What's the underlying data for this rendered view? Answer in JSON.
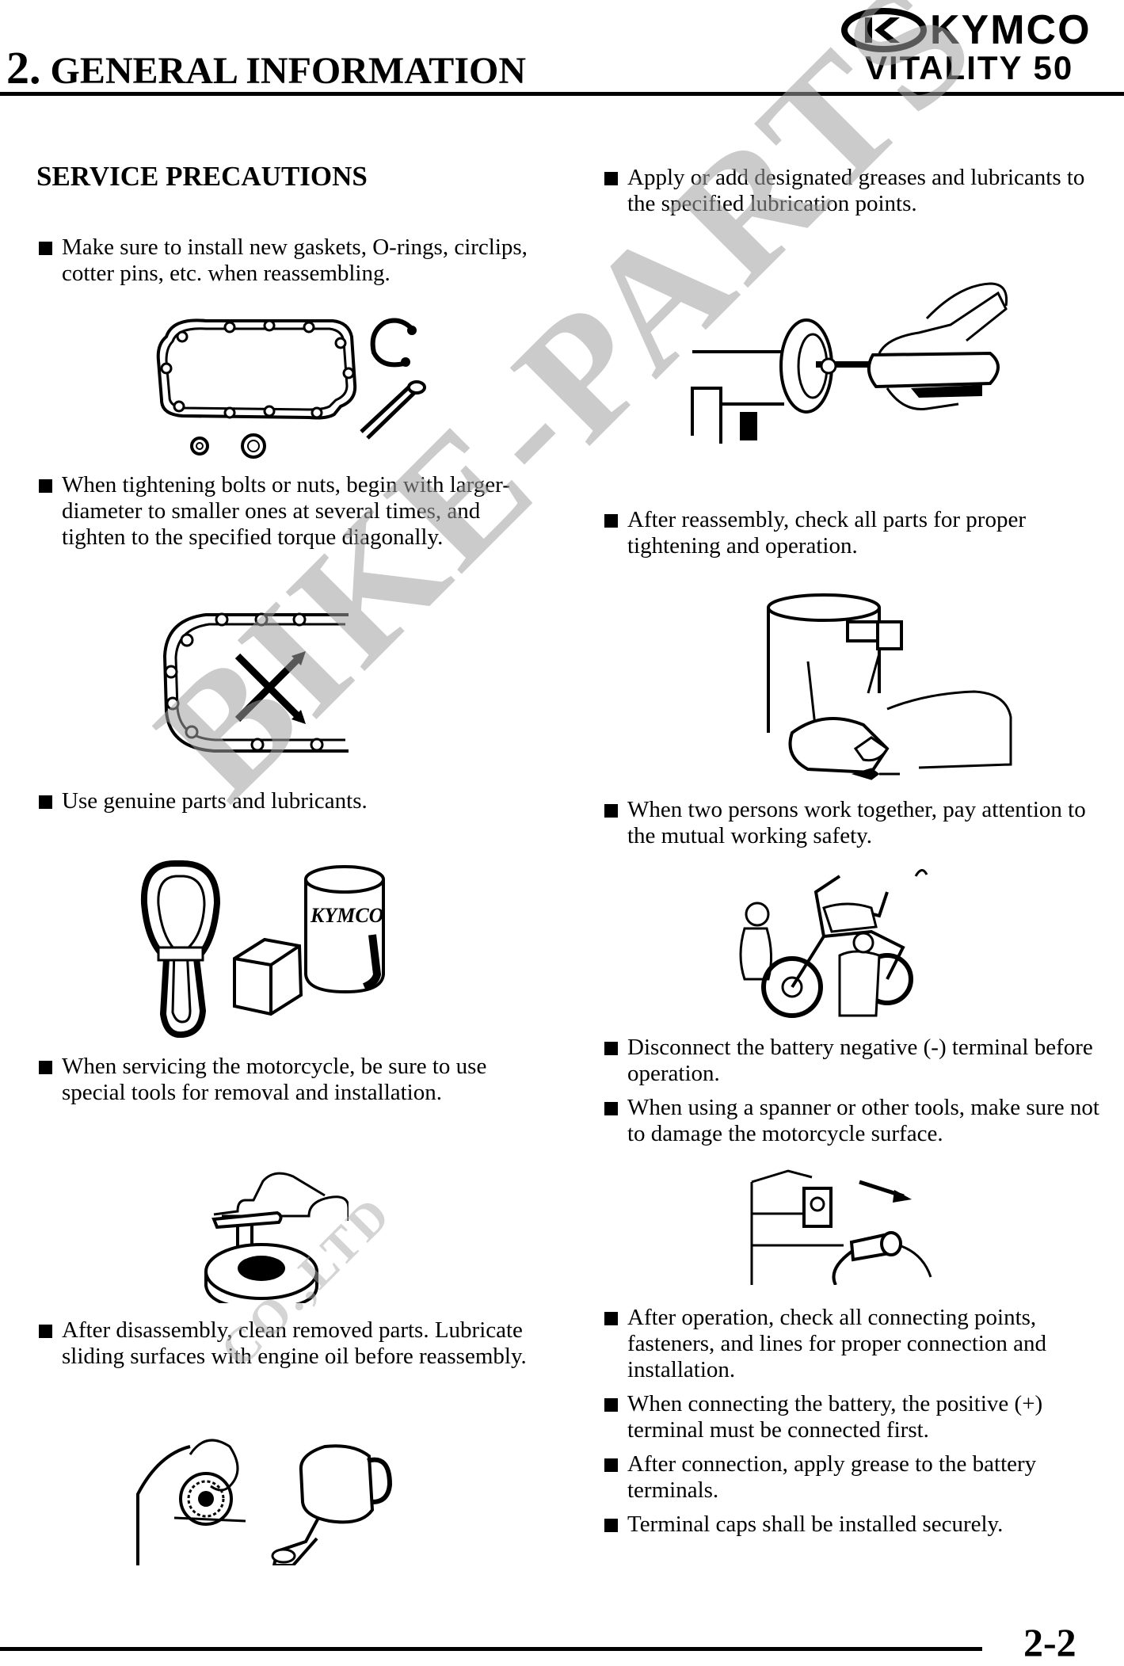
{
  "header": {
    "chapter_number": "2.",
    "chapter_title": "GENERAL INFORMATION",
    "brand": "KYMCO",
    "model": "VITALITY 50"
  },
  "section": {
    "heading": "SERVICE PRECAUTIONS"
  },
  "left_column": [
    "Make sure to install new gaskets, O-rings, circlips, cotter pins, etc. when reassembling.",
    "When tightening bolts or nuts, begin with larger-diameter to smaller ones at several times, and tighten to the specified torque diagonally.",
    "Use genuine parts and lubricants.",
    "When servicing the motorcycle, be sure to use special tools for removal and installation.",
    "After disassembly, clean removed parts. Lubricate sliding surfaces with engine oil before reassembly."
  ],
  "right_column": [
    "Apply or add designated greases and lubricants to the specified lubrication points.",
    "After reassembly, check all parts for proper tightening and operation.",
    "When two persons work together, pay attention to the mutual working safety.",
    "Disconnect the battery negative (-) terminal before operation.",
    "When using a spanner or other tools, make sure not to damage the motorcycle surface.",
    "After operation, check all connecting points, fasteners, and lines for proper connection and installation.",
    "When connecting the battery, the positive (+) terminal must be connected first.",
    "After connection, apply grease to the battery terminals.",
    "Terminal caps shall be installed securely."
  ],
  "illustration_labels": {
    "can_label": "KYMCO"
  },
  "watermark": {
    "text": "BIKE-PARTS",
    "sub_text": "CO.,LTD"
  },
  "footer": {
    "page_number": "2-2"
  }
}
